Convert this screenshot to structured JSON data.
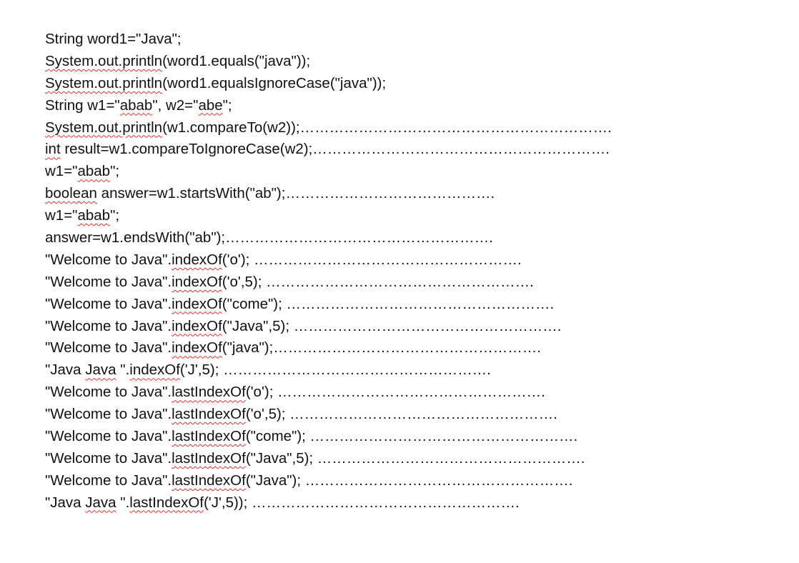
{
  "document": {
    "lines": [
      {
        "segments": [
          {
            "text": "String word1=\"Java\";"
          }
        ]
      },
      {
        "segments": [
          {
            "text": "System.out.println",
            "spell": true
          },
          {
            "text": "(word1.equals(\"java\"));"
          }
        ]
      },
      {
        "segments": [
          {
            "text": "System.out.println",
            "spell": true
          },
          {
            "text": "(word1.equalsIgnoreCase(\"java\"));"
          }
        ]
      },
      {
        "segments": [
          {
            "text": "String w1=\""
          },
          {
            "text": "abab",
            "spell": true
          },
          {
            "text": "\", w2=\""
          },
          {
            "text": "abe",
            "spell": true
          },
          {
            "text": "\";"
          }
        ]
      },
      {
        "segments": [
          {
            "text": "System.out.println",
            "spell": true
          },
          {
            "text": "(w1.compareTo(w2));………………………………………………………."
          }
        ]
      },
      {
        "segments": [
          {
            "text": "int",
            "spell": true
          },
          {
            "text": " result=w1.compareToIgnoreCase(w2);……………………………………………………."
          }
        ]
      },
      {
        "segments": [
          {
            "text": "w1=\""
          },
          {
            "text": "abab",
            "spell": true
          },
          {
            "text": "\";"
          }
        ]
      },
      {
        "segments": [
          {
            "text": "boolean",
            "spell": true
          },
          {
            "text": " answer=w1.startsWith(\"ab\");……………………………………."
          }
        ]
      },
      {
        "segments": [
          {
            "text": "w1=\""
          },
          {
            "text": "abab",
            "spell": true
          },
          {
            "text": "\";"
          }
        ]
      },
      {
        "segments": [
          {
            "text": "answer=w1.endsWith(\"ab\");………………………………………………."
          }
        ]
      },
      {
        "segments": [
          {
            "text": "\"Welcome to Java\"."
          },
          {
            "text": "indexOf",
            "spell": true
          },
          {
            "text": "('o'); ………………………………………………."
          }
        ]
      },
      {
        "segments": [
          {
            "text": "\"Welcome to Java\"."
          },
          {
            "text": "indexOf",
            "spell": true
          },
          {
            "text": "('o',5); ………………………………………………."
          }
        ]
      },
      {
        "segments": [
          {
            "text": "\"Welcome to Java\"."
          },
          {
            "text": "indexOf",
            "spell": true
          },
          {
            "text": "(\"come\"); ………………………………………………."
          }
        ]
      },
      {
        "segments": [
          {
            "text": "\"Welcome to Java\"."
          },
          {
            "text": "indexOf",
            "spell": true
          },
          {
            "text": "(\"Java\",5); ………………………………………………."
          }
        ]
      },
      {
        "segments": [
          {
            "text": "\"Welcome to Java\"."
          },
          {
            "text": "indexOf",
            "spell": true
          },
          {
            "text": "(\"java\");………………………………………………."
          }
        ]
      },
      {
        "segments": [
          {
            "text": "\"Java "
          },
          {
            "text": "Java",
            "spell": true
          },
          {
            "text": " \"."
          },
          {
            "text": "indexOf",
            "spell": true
          },
          {
            "text": "('J',5); ………………………………………………."
          }
        ]
      },
      {
        "segments": [
          {
            "text": "\"Welcome to Java\"."
          },
          {
            "text": "lastIndexOf",
            "spell": true
          },
          {
            "text": "('o'); ………………………………………………."
          }
        ]
      },
      {
        "segments": [
          {
            "text": "\"Welcome to Java\"."
          },
          {
            "text": "lastIndexOf",
            "spell": true
          },
          {
            "text": "('o',5); ………………………………………………."
          }
        ]
      },
      {
        "segments": [
          {
            "text": "\"Welcome to Java\"."
          },
          {
            "text": "lastIndexOf",
            "spell": true
          },
          {
            "text": "(\"come\"); ………………………………………………."
          }
        ]
      },
      {
        "segments": [
          {
            "text": "\"Welcome to Java\"."
          },
          {
            "text": "lastIndexOf",
            "spell": true
          },
          {
            "text": "(\"Java\",5); ………………………………………………."
          }
        ]
      },
      {
        "segments": [
          {
            "text": "\"Welcome to Java\"."
          },
          {
            "text": "lastIndexOf",
            "spell": true
          },
          {
            "text": "(\"Java\"); ………………………………………………."
          }
        ]
      },
      {
        "segments": [
          {
            "text": "\"Java "
          },
          {
            "text": "Java",
            "spell": true
          },
          {
            "text": " \"."
          },
          {
            "text": "lastIndexOf",
            "spell": true
          },
          {
            "text": "('J',5)); ………………………………………………."
          }
        ]
      }
    ]
  }
}
